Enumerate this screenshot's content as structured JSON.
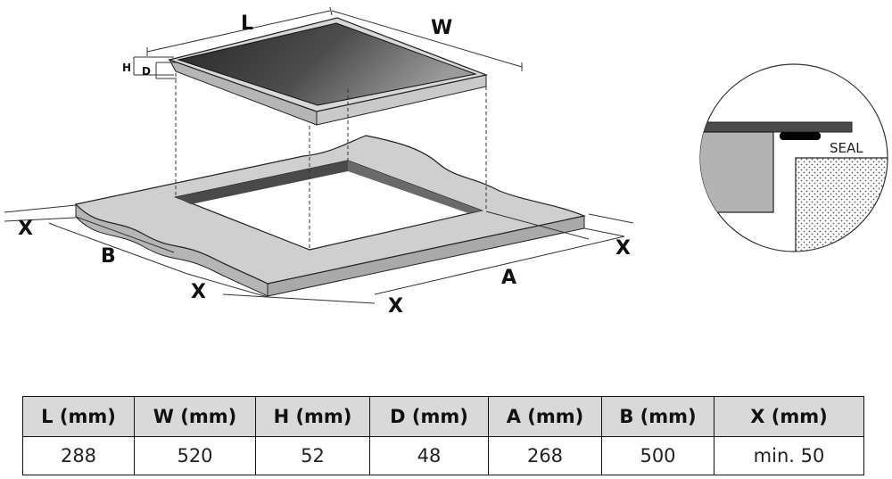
{
  "labels": {
    "L": "L",
    "W": "W",
    "H": "H",
    "D": "D",
    "A": "A",
    "B": "B",
    "X": "X",
    "seal": "SEAL"
  },
  "table": {
    "headers": [
      "L (mm)",
      "W (mm)",
      "H (mm)",
      "D (mm)",
      "A (mm)",
      "B (mm)",
      "X (mm)"
    ],
    "values": [
      "288",
      "520",
      "52",
      "48",
      "268",
      "500",
      "min. 50"
    ]
  },
  "colors": {
    "glass_dark": "#2b2b2b",
    "glass_light": "#8a8a8a",
    "frame": "#c8c8c8",
    "counter_top": "#cfcfcf",
    "counter_edge": "#b3b3b3",
    "cutout_wall": "#4a4a4a",
    "header_bg": "#d9d9d9"
  }
}
